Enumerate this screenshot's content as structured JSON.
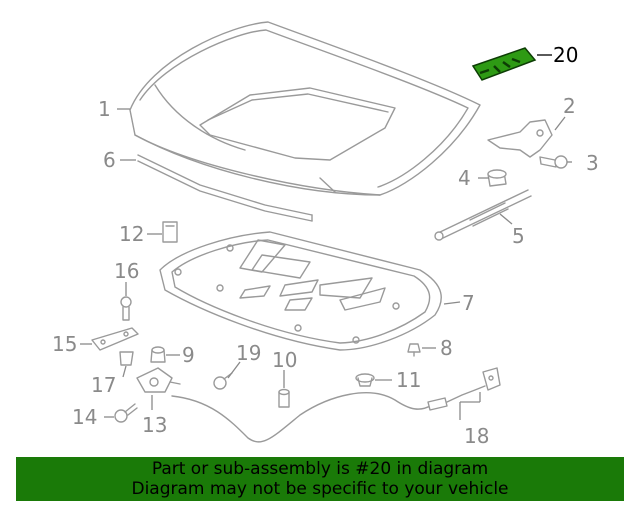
{
  "callouts": {
    "p1": "1",
    "p2": "2",
    "p3": "3",
    "p4": "4",
    "p5": "5",
    "p6": "6",
    "p7": "7",
    "p8": "8",
    "p9": "9",
    "p10": "10",
    "p11": "11",
    "p12": "12",
    "p13": "13",
    "p14": "14",
    "p15": "15",
    "p16": "16",
    "p17": "17",
    "p18": "18",
    "p19": "19",
    "p20": "20"
  },
  "highlight": {
    "part": "20",
    "color": "#2e9a14"
  },
  "banner": {
    "line1": "Part or sub-assembly is #20 in diagram",
    "line2": "Diagram may not be specific to your vehicle",
    "background": "#1a7a08"
  }
}
